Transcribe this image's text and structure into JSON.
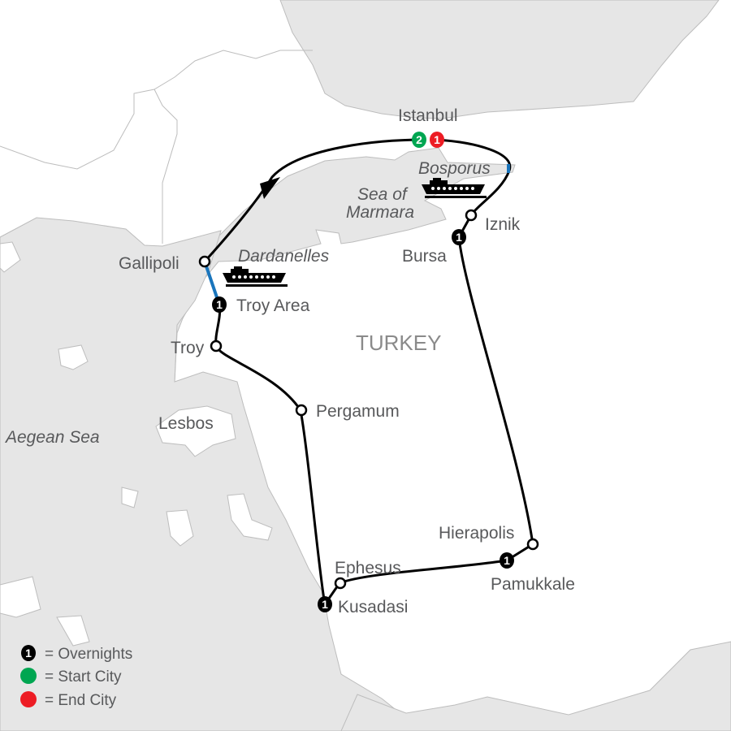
{
  "colors": {
    "sea": "#e6e6e6",
    "land": "#ffffff",
    "route": "#000000",
    "ferry": "#1a75bc",
    "start": "#00a651",
    "end": "#ed1c24",
    "overnight": "#000000"
  },
  "places": {
    "istanbul": "Istanbul",
    "bosporus": "Bosporus",
    "sea_of": "Sea of",
    "marmara": "Marmara",
    "iznik": "Iznik",
    "bursa": "Bursa",
    "gallipoli": "Gallipoli",
    "dardanelles": "Dardanelles",
    "troy_area": "Troy Area",
    "troy": "Troy",
    "turkey": "TURKEY",
    "pergamum": "Pergamum",
    "lesbos": "Lesbos",
    "aegean_sea": "Aegean Sea",
    "hierapolis": "Hierapolis",
    "pamukkale": "Pamukkale",
    "ephesus": "Ephesus",
    "kusadasi": "Kusadasi"
  },
  "overnights": {
    "istanbul_start": "2",
    "istanbul_end": "1",
    "bursa": "1",
    "troy_area": "1",
    "kusadasi": "1",
    "pamukkale": "1"
  },
  "legend": {
    "overnights_num": "1",
    "overnights": "= Overnights",
    "start": "= Start City",
    "end": "= End City"
  },
  "icons": [
    "ship-icon",
    "direction-arrow-icon"
  ]
}
